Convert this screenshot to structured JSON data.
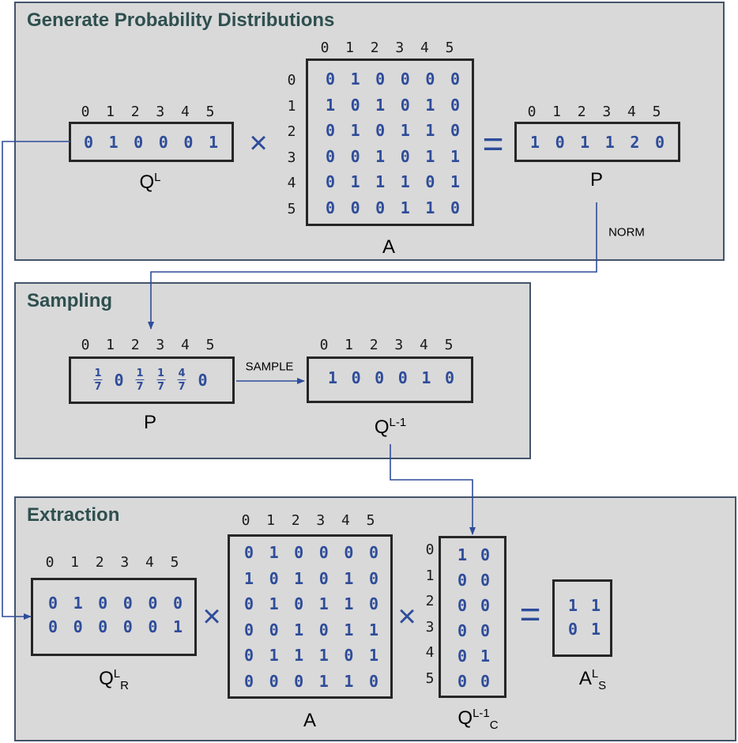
{
  "panels": {
    "generate": {
      "title": "Generate Probability Distributions"
    },
    "sampling": {
      "title": "Sampling"
    },
    "extraction": {
      "title": "Extraction"
    }
  },
  "column_indices": [
    "0",
    "1",
    "2",
    "3",
    "4",
    "5"
  ],
  "row_indices": [
    "0",
    "1",
    "2",
    "3",
    "4",
    "5"
  ],
  "operators": {
    "times": "×",
    "equals": "="
  },
  "matrix_A": [
    [
      "0",
      "1",
      "0",
      "0",
      "0",
      "0"
    ],
    [
      "1",
      "0",
      "1",
      "0",
      "1",
      "0"
    ],
    [
      "0",
      "1",
      "0",
      "1",
      "1",
      "0"
    ],
    [
      "0",
      "0",
      "1",
      "0",
      "1",
      "1"
    ],
    [
      "0",
      "1",
      "1",
      "1",
      "0",
      "1"
    ],
    [
      "0",
      "0",
      "0",
      "1",
      "1",
      "0"
    ]
  ],
  "generate": {
    "QL": {
      "values": [
        "0",
        "1",
        "0",
        "0",
        "0",
        "1"
      ],
      "label": "Q",
      "label_sup": "L"
    },
    "A": {
      "label": "A"
    },
    "P": {
      "values": [
        "1",
        "0",
        "1",
        "1",
        "2",
        "0"
      ],
      "label": "P"
    },
    "norm_label": "NORM"
  },
  "sampling": {
    "P": {
      "entries": [
        {
          "num": "1",
          "den": "7"
        },
        {
          "plain": "0"
        },
        {
          "num": "1",
          "den": "7"
        },
        {
          "num": "1",
          "den": "7"
        },
        {
          "num": "4",
          "den": "7"
        },
        {
          "plain": "0"
        }
      ],
      "label": "P"
    },
    "sample_label": "SAMPLE",
    "QL1": {
      "values": [
        "1",
        "0",
        "0",
        "0",
        "1",
        "0"
      ],
      "label": "Q",
      "label_sup": "L-1"
    }
  },
  "extraction": {
    "QLR": {
      "rows": [
        [
          "0",
          "1",
          "0",
          "0",
          "0",
          "0"
        ],
        [
          "0",
          "0",
          "0",
          "0",
          "0",
          "1"
        ]
      ],
      "label": "Q",
      "label_sup": "L",
      "label_sub": "R"
    },
    "A": {
      "label": "A"
    },
    "QL1C": {
      "rows": [
        [
          "1",
          "0"
        ],
        [
          "0",
          "0"
        ],
        [
          "0",
          "0"
        ],
        [
          "0",
          "0"
        ],
        [
          "0",
          "1"
        ],
        [
          "0",
          "0"
        ]
      ],
      "label": "Q",
      "label_sup": "L-1",
      "label_sub": "C"
    },
    "ALS": {
      "rows": [
        [
          "1",
          "1"
        ],
        [
          "0",
          "1"
        ]
      ],
      "label": "A",
      "label_sup": "L",
      "label_sub": "S"
    }
  }
}
